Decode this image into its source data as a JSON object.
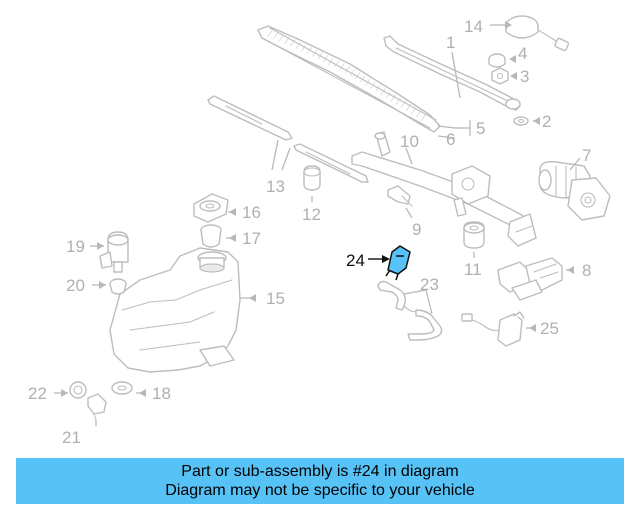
{
  "diagram": {
    "highlighted_part": "24",
    "highlight_color": "#56c2f5",
    "callouts": {
      "c1": "1",
      "c2": "2",
      "c3": "3",
      "c4": "4",
      "c5": "5",
      "c6": "6",
      "c7": "7",
      "c8": "8",
      "c9": "9",
      "c10": "10",
      "c11": "11",
      "c12": "12",
      "c13": "13",
      "c14": "14",
      "c15": "15",
      "c16": "16",
      "c17": "17",
      "c18": "18",
      "c19": "19",
      "c20": "20",
      "c21": "21",
      "c22": "22",
      "c23": "23",
      "c24": "24",
      "c25": "25"
    }
  },
  "banner": {
    "line1": "Part or sub-assembly is #24 in diagram",
    "line2": "Diagram may not be specific to your vehicle",
    "background": "#56c2f5"
  }
}
